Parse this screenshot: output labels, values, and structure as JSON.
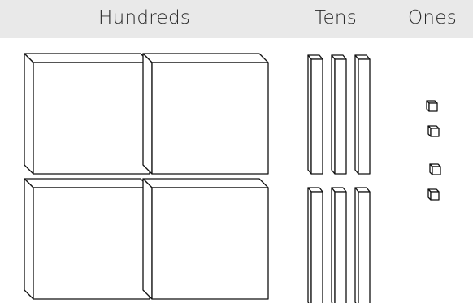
{
  "headers": {
    "hundreds": "Hundreds",
    "tens": "Tens",
    "ones": "Ones"
  },
  "counts": {
    "hundreds": 4,
    "tens": 6,
    "ones": 4
  },
  "colors": {
    "header_background": "#e9e9e9",
    "stroke": "#111111",
    "fill": "#ffffff"
  }
}
